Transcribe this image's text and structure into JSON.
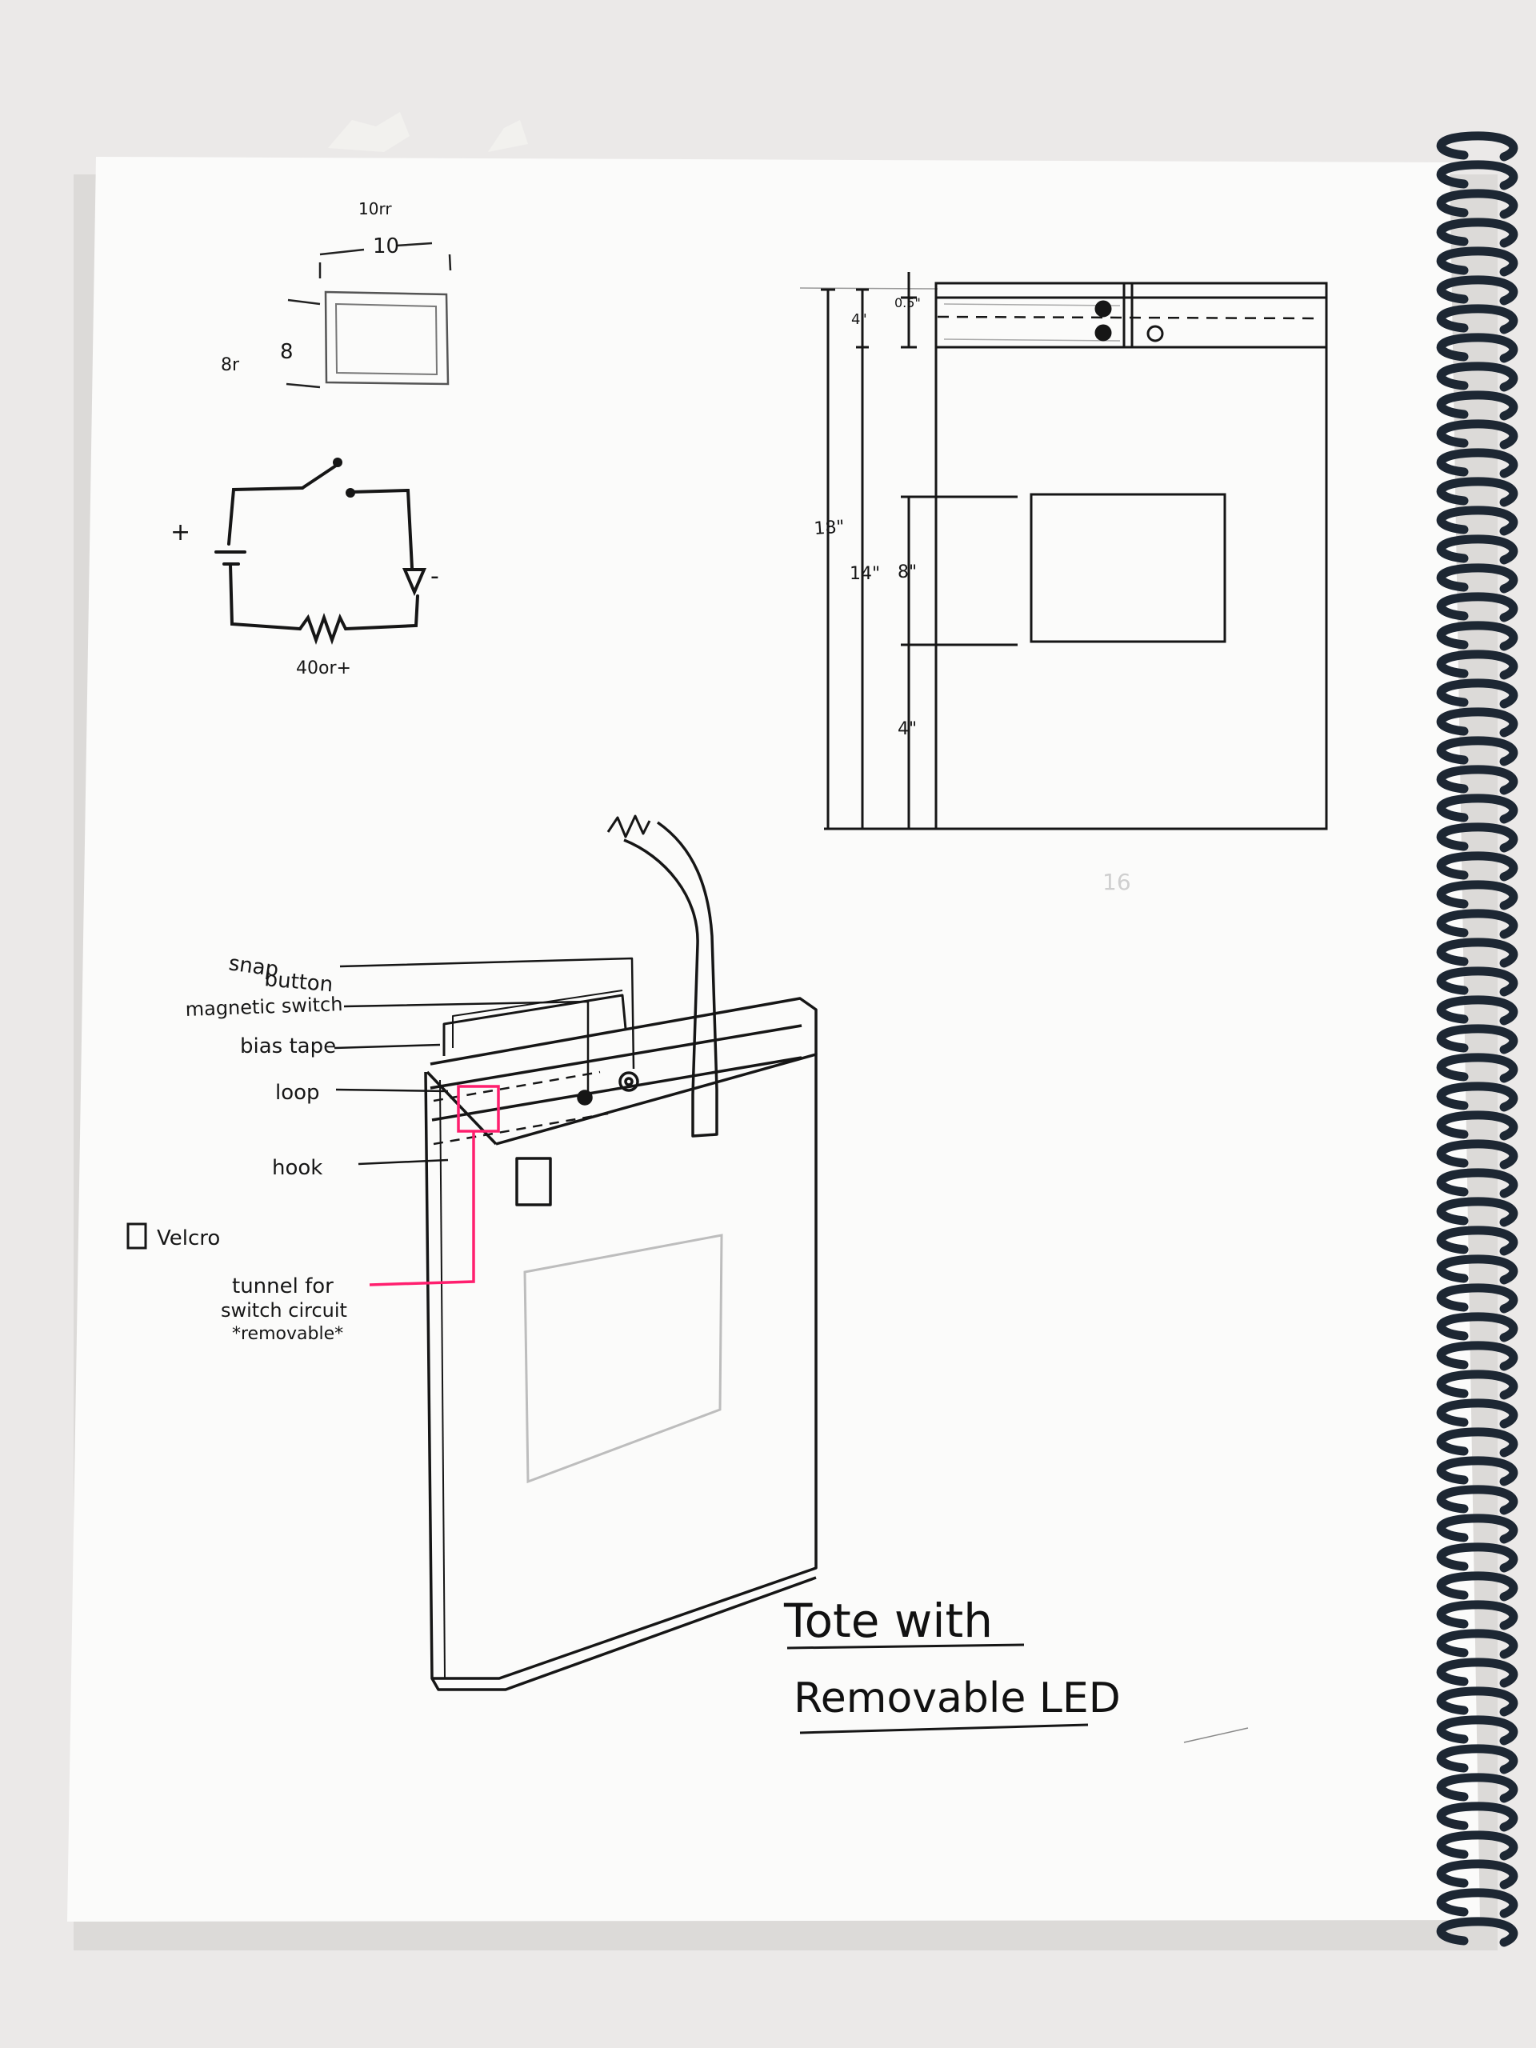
{
  "sketch_small_rect": {
    "top_note": "10rr",
    "top_dim": "10",
    "side_dim": "8",
    "side_note": "8r"
  },
  "circuit": {
    "plus_label": "+",
    "minus_label": "-",
    "resistor_label": "40or+"
  },
  "pattern": {
    "dim_total": "18\"",
    "dim_top": "4\"",
    "dim_band": "0.5\"",
    "dim_body": "14\"",
    "dim_window": "8\"",
    "dim_bottom": "4\"",
    "page_number": "16"
  },
  "callouts": {
    "snap_button_1": "snap",
    "snap_button_2": "button",
    "magnetic_switch": "magnetic switch",
    "bias_tape": "bias tape",
    "loop": "loop",
    "hook": "hook",
    "velcro": "Velcro",
    "tunnel_1": "tunnel for",
    "tunnel_2": "switch circuit",
    "tunnel_3": "*removable*"
  },
  "title": {
    "line1": "Tote with",
    "line2": "Removable LED"
  },
  "colors": {
    "paper": "#fbfbfa",
    "ink": "#161616",
    "pencil": "#b8b8b8",
    "highlight_pink": "#ff1f6e",
    "spiral": "#1d2733"
  }
}
